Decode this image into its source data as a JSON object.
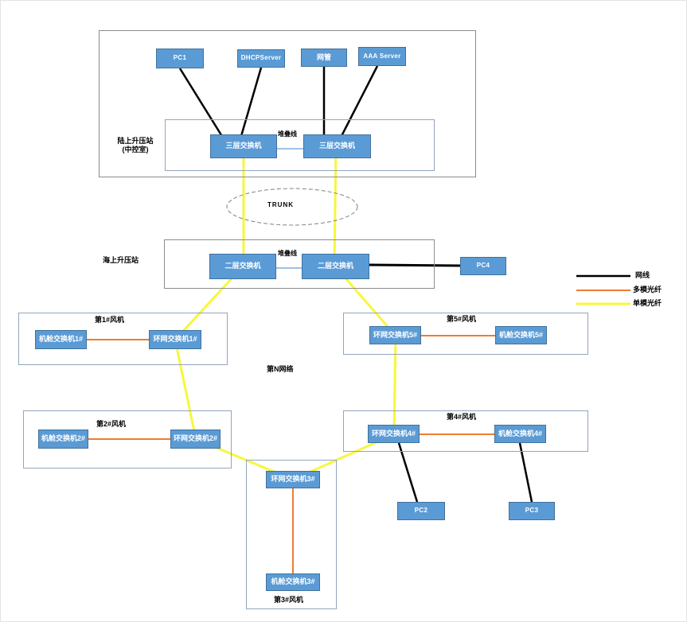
{
  "diagram_title": "wind-farm-network-topology",
  "colors": {
    "node_fill": "#5B9BD5",
    "node_border": "#41719C",
    "network_cable": "#000000",
    "multimode_fiber": "#ED7D31",
    "singlemode_fiber": "#F7F73B",
    "stack_link": "#9DC3E6",
    "outline": "#8c8c8c"
  },
  "onshore_station": {
    "label_line1": "陆上升压站",
    "label_line2": "(中控室)",
    "pc1": "PC1",
    "dhcp_server": "DHCPServer",
    "nms": "网管",
    "aaa_server": "AAA Server",
    "switch_left": "三层交换机",
    "switch_right": "三层交换机",
    "stack_link_label": "堆叠线"
  },
  "trunk": {
    "label": "TRUNK"
  },
  "offshore_station": {
    "label": "海上升压站",
    "switch_left": "二层交换机",
    "switch_right": "二层交换机",
    "stack_link_label": "堆叠线",
    "pc4": "PC4"
  },
  "legend": {
    "network_cable": "网线",
    "multimode_fiber": "多模光纤",
    "singlemode_fiber": "单模光纤"
  },
  "ring_label": "第N网络",
  "turbines": [
    {
      "name": "第1#风机",
      "nacelle": "机舱交换机1#",
      "ring": "环网交换机1#"
    },
    {
      "name": "第2#风机",
      "nacelle": "机舱交换机2#",
      "ring": "环网交换机2#"
    },
    {
      "name": "第3#风机",
      "nacelle": "机舱交换机3#",
      "ring": "环网交换机3#"
    },
    {
      "name": "第4#风机",
      "nacelle": "机舱交换机4#",
      "ring": "环网交换机4#"
    },
    {
      "name": "第5#风机",
      "nacelle": "机舱交换机5#",
      "ring": "环网交换机5#"
    }
  ],
  "pcs": {
    "pc2": "PC2",
    "pc3": "PC3"
  }
}
